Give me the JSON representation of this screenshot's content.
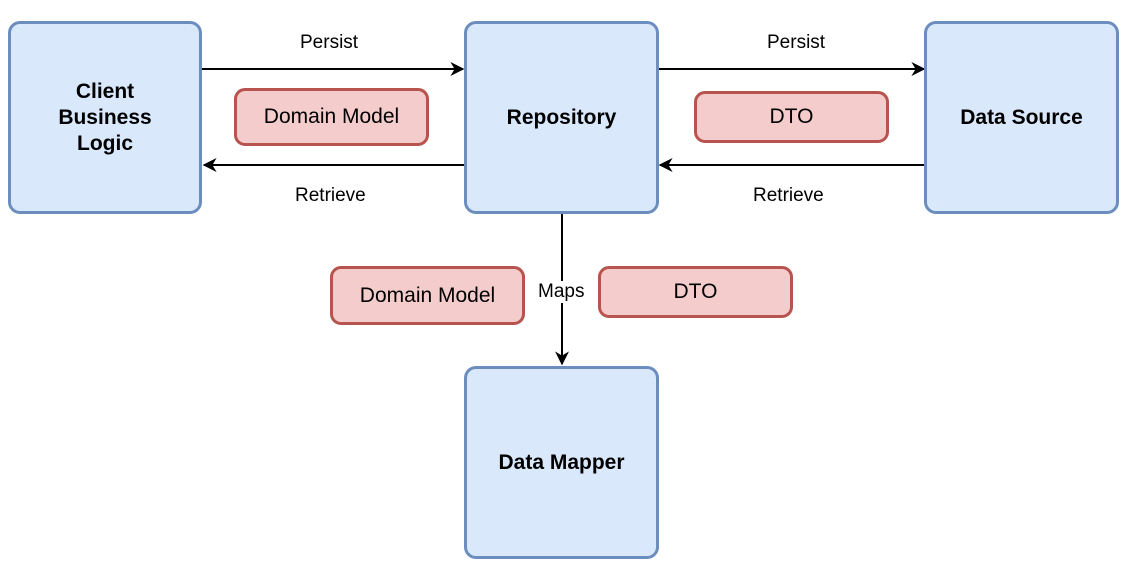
{
  "diagram": {
    "nodes": {
      "client": "Client Business Logic",
      "repository": "Repository",
      "data_source": "Data Source",
      "data_mapper": "Data Mapper"
    },
    "payloads": {
      "client_repo": "Domain Model",
      "repo_source": "DTO",
      "mapper_left": "Domain Model",
      "mapper_right": "DTO"
    },
    "edges": {
      "client_persist": "Persist",
      "client_retrieve": "Retrieve",
      "source_persist": "Persist",
      "source_retrieve": "Retrieve",
      "maps": "Maps"
    },
    "colors": {
      "node_fill": "#dae8fc",
      "node_border": "#6c8ebf",
      "payload_fill": "#f4cccc",
      "payload_border": "#b85450",
      "edge": "#000000"
    }
  }
}
